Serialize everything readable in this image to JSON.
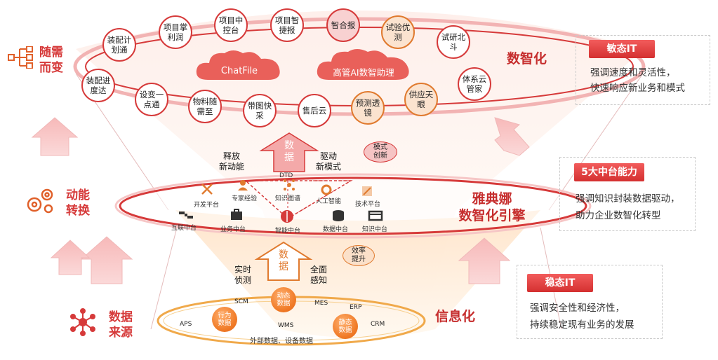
{
  "left_labels": [
    {
      "line1": "随需",
      "line2": "而变"
    },
    {
      "line1": "动能",
      "line2": "转换"
    },
    {
      "line1": "数据",
      "line2": "来源"
    }
  ],
  "right_labels": {
    "top": "数智化",
    "mid_line1": "雅典娜",
    "mid_line2": "数智化引擎",
    "bottom": "信息化"
  },
  "panels": [
    {
      "badge": "敏态IT",
      "line1": "强调速度和灵活性，",
      "line2": "快速响应新业务和模式"
    },
    {
      "badge": "5大中台能力",
      "line1": "强调知识封装数据驱动，",
      "line2": "助力企业数智化转型"
    },
    {
      "badge": "稳态IT",
      "line1": "强调安全性和经济性，",
      "line2": "持续稳定现有业务的发展"
    }
  ],
  "top_bubbles": [
    {
      "l1": "装配计",
      "l2": "划通"
    },
    {
      "l1": "项目掌",
      "l2": "利润"
    },
    {
      "l1": "项目中",
      "l2": "控台"
    },
    {
      "l1": "项目智",
      "l2": "捷报"
    },
    {
      "l1": "智合报",
      "l2": ""
    },
    {
      "l1": "试验优",
      "l2": "测"
    },
    {
      "l1": "试研北",
      "l2": "斗"
    },
    {
      "l1": "体系云",
      "l2": "管家"
    },
    {
      "l1": "供应天",
      "l2": "眼"
    },
    {
      "l1": "预测透",
      "l2": "镜"
    },
    {
      "l1": "售后云",
      "l2": ""
    },
    {
      "l1": "带图快",
      "l2": "采"
    },
    {
      "l1": "物料随",
      "l2": "需至"
    },
    {
      "l1": "设变一",
      "l2": "点通"
    },
    {
      "l1": "装配进",
      "l2": "度达"
    }
  ],
  "clouds": [
    "ChatFile",
    "高管AI数智助理"
  ],
  "upper_arrow": {
    "c1": "数",
    "c2": "据"
  },
  "upper_left": {
    "l1": "释放",
    "l2": "新动能"
  },
  "upper_right": {
    "l1": "驱动",
    "l2": "新模式"
  },
  "upper_tag": {
    "l1": "模式",
    "l2": "创新"
  },
  "dtd": "DTD",
  "platforms": [
    "开发平台",
    "专家经验",
    "知识图谱",
    "人工智能",
    "技术平台",
    "互联中台",
    "业务中台",
    "智能中台",
    "数据中台",
    "知识中台"
  ],
  "lower_arrow": {
    "c1": "数",
    "c2": "据"
  },
  "lower_left": {
    "l1": "实时",
    "l2": "侦测"
  },
  "lower_right": {
    "l1": "全面",
    "l2": "感知"
  },
  "lower_tag": {
    "l1": "效率",
    "l2": "提升"
  },
  "orbs": [
    {
      "l1": "动态",
      "l2": "数据"
    },
    {
      "l1": "行为",
      "l2": "数据"
    },
    {
      "l1": "静态",
      "l2": "数据"
    }
  ],
  "systems": [
    "SCM",
    "MES",
    "ERP",
    "APS",
    "WMS",
    "CRM"
  ],
  "bottom_text": "外部数据、设备数据",
  "colors": {
    "primary": "#d63a3a",
    "orange": "#e07a2e",
    "pink_arrow": "#f6c2c2"
  }
}
